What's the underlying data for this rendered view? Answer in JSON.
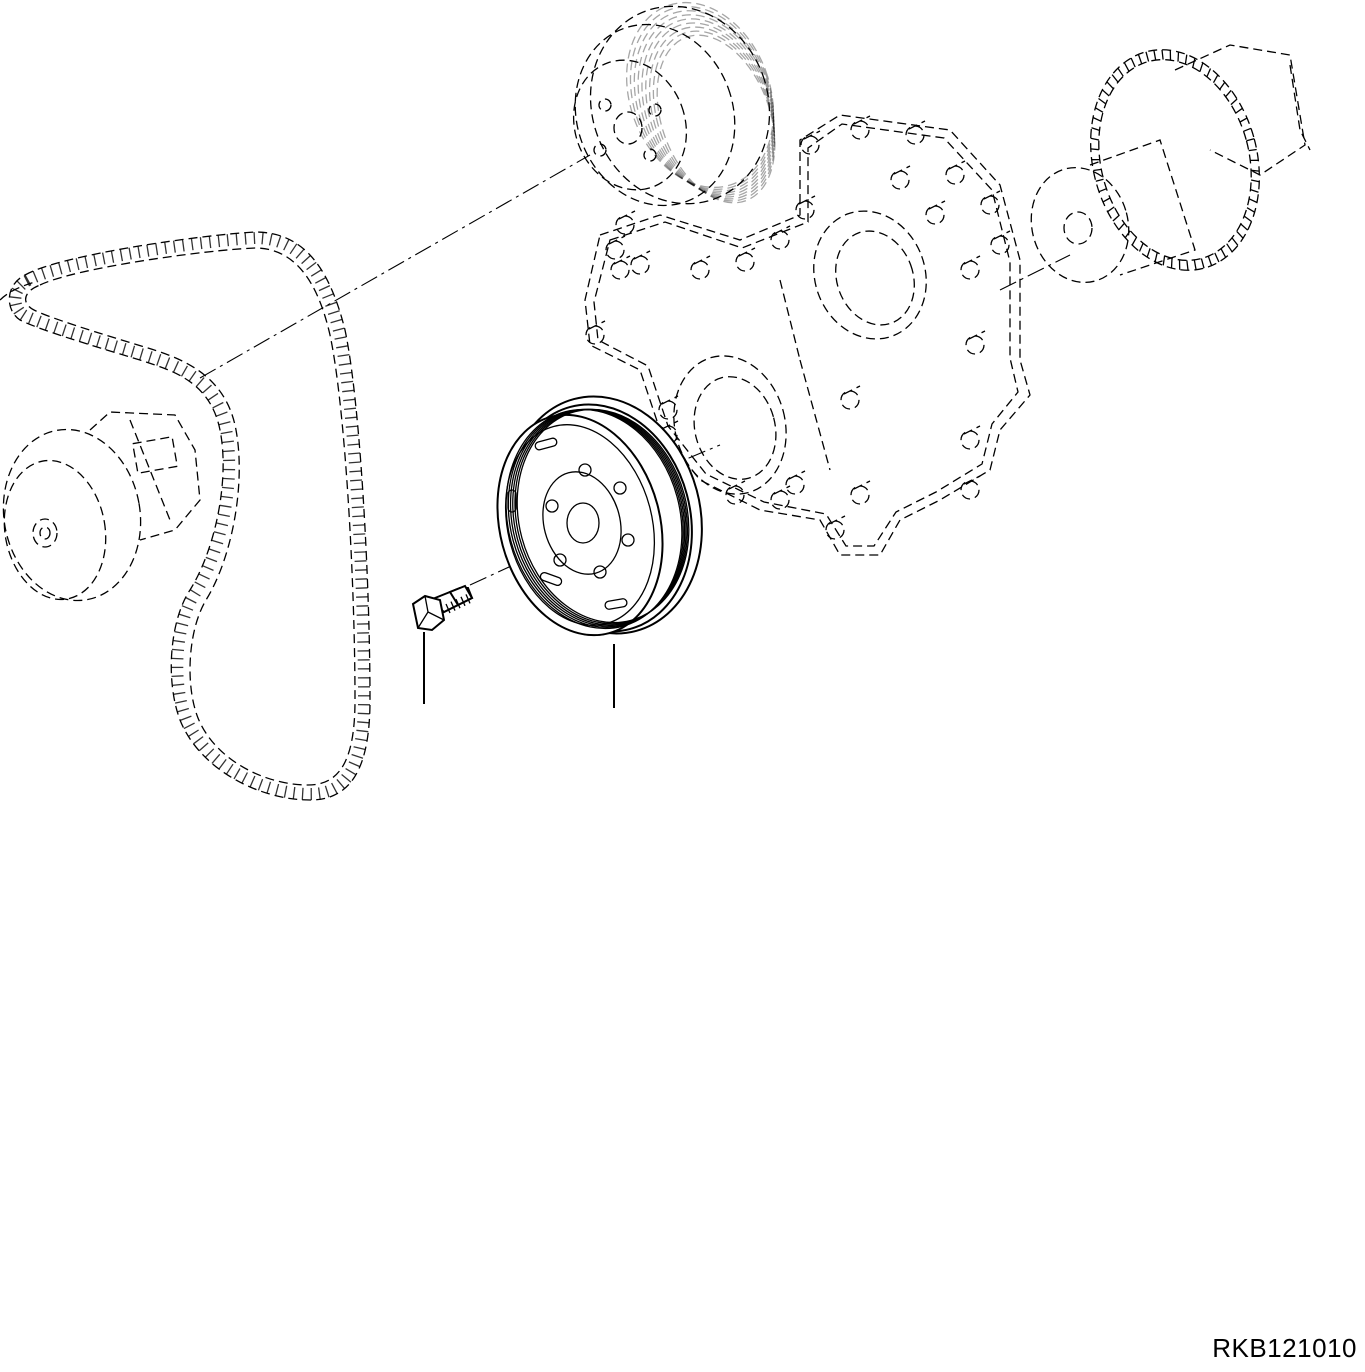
{
  "drawing": {
    "reference_code": "RKB121010",
    "parts": [
      {
        "name": "fan-pulley",
        "depiction": "phantom"
      },
      {
        "name": "front-cover",
        "depiction": "phantom"
      },
      {
        "name": "crankshaft-gear",
        "depiction": "phantom"
      },
      {
        "name": "v-belt",
        "depiction": "phantom"
      },
      {
        "name": "water-pump",
        "depiction": "phantom"
      },
      {
        "name": "crankshaft-pulley",
        "depiction": "solid"
      },
      {
        "name": "pulley-bolt",
        "depiction": "solid"
      }
    ],
    "colors": {
      "line": "#000000",
      "background": "#ffffff"
    }
  }
}
